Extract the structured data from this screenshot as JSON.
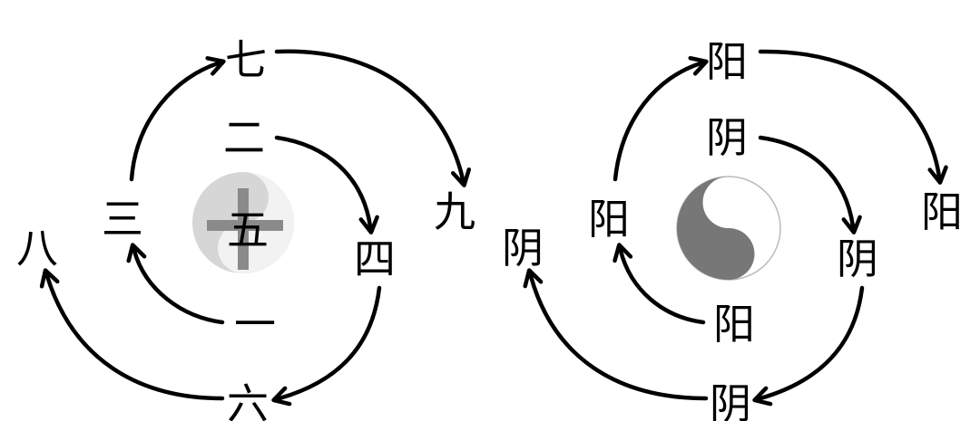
{
  "numbers_diagram": {
    "center": "五",
    "seven": "七",
    "two": "二",
    "nine": "九",
    "three": "三",
    "eight": "八",
    "four": "四",
    "one": "一",
    "six": "六"
  },
  "yinyang_diagram": {
    "top": "阳",
    "inner_top": "阴",
    "right": "阳",
    "inner_left": "阳",
    "left": "阴",
    "inner_right": "阴",
    "inner_bottom": "阳",
    "bottom": "阴"
  },
  "colors": {
    "ink": "#000000",
    "taiji_dark": "#777777",
    "taiji_light": "#ffffff",
    "cross": "#777777",
    "faded_taiji": "#d0d0d0"
  }
}
